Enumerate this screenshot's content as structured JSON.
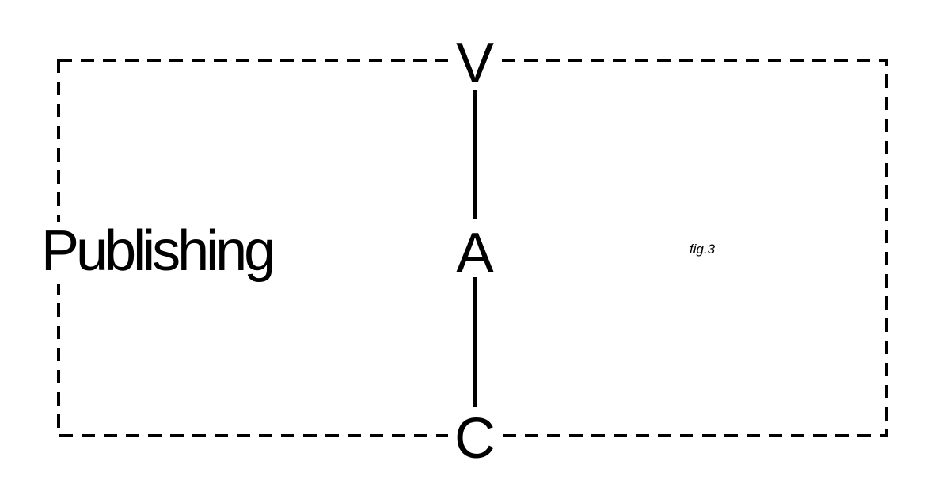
{
  "diagram": {
    "nodes": {
      "top": "V",
      "middle": "A",
      "bottom": "C"
    },
    "side_label": "Publishing",
    "figure_label": "fig.3",
    "colors": {
      "ink": "#000000",
      "background": "#ffffff"
    }
  }
}
